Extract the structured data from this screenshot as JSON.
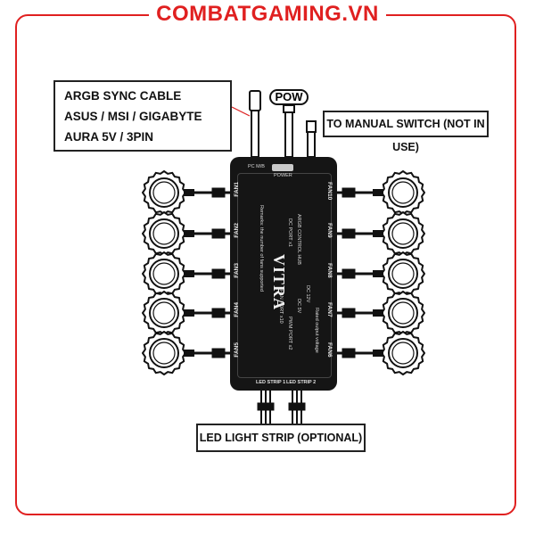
{
  "brand": {
    "text": "COMBATGAMING.VN",
    "color": "#e02020"
  },
  "callouts": {
    "argb": {
      "line1": "ARGB SYNC CABLE",
      "line2": "ASUS / MSI / GIGABYTE",
      "line3": "AURA 5V / 3PIN"
    },
    "manual_switch": "TO MANUAL SWITCH (NOT IN USE)",
    "led_strip": "LED LIGHT STRIP (OPTIONAL)",
    "pow": "POW"
  },
  "hub": {
    "logo": "VITRA",
    "power_text": "POWER",
    "pc_mb": "PC M/B",
    "col1": "ARGB CONTROL HUB",
    "col2": "DC PORT x1",
    "col3": "FAN PORT x10",
    "col4": "PWM PORT x2",
    "col5": "DC 12V",
    "col6": "DC 5V",
    "col7": "Rated output voltage",
    "note": "Remarks: the number of fans supported",
    "led1": "LED STRIP 1",
    "led2": "LED STRIP 2"
  },
  "fans_left": [
    "FAN1",
    "FAN2",
    "FAN3",
    "FAN4",
    "FAN5"
  ],
  "fans_right": [
    "FAN10",
    "FAN9",
    "FAN8",
    "FAN7",
    "FAN6"
  ]
}
